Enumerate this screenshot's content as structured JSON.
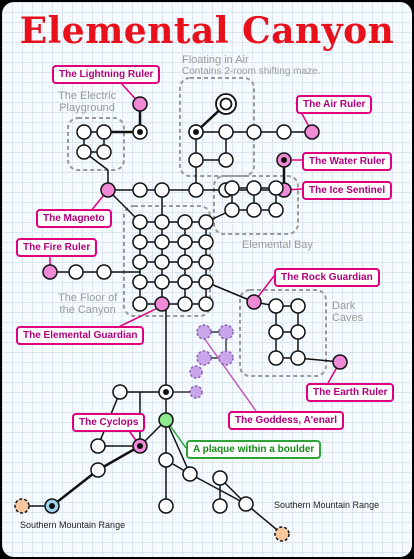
{
  "title": "Elemental Canyon",
  "areas": {
    "electric_line1": "The Electric",
    "electric_line2": "Playground",
    "air_line1": "Floating in Air",
    "air_line2": "Contains 2-room shifting maze.",
    "bay": "Elemental Bay",
    "floor_line1": "The Floor of",
    "floor_line2": "the Canyon",
    "caves_line1": "Dark",
    "caves_line2": "Caves"
  },
  "labels": {
    "lightning": "The Lightning Ruler",
    "air": "The Air Ruler",
    "water": "The Water Ruler",
    "ice": "The Ice Sentinel",
    "magneto": "The Magneto",
    "fire": "The Fire Ruler",
    "rock": "The Rock Guardian",
    "elemental": "The Elemental Guardian",
    "earth": "The Earth Ruler",
    "goddess": "The Goddess, A'enarl",
    "cyclops": "The Cyclops",
    "plaque": "A plaque within a boulder"
  },
  "exits": {
    "left": "Southern Mountain Range",
    "right": "Southern Mountain Range"
  },
  "colors": {
    "title": "#e8101a",
    "boss": "#f08ad6",
    "goddess": "#c9a6ea",
    "plaque": "#8ee88e",
    "exit_left": "#9fd3f0",
    "exit_right": "#f8c7a0"
  }
}
